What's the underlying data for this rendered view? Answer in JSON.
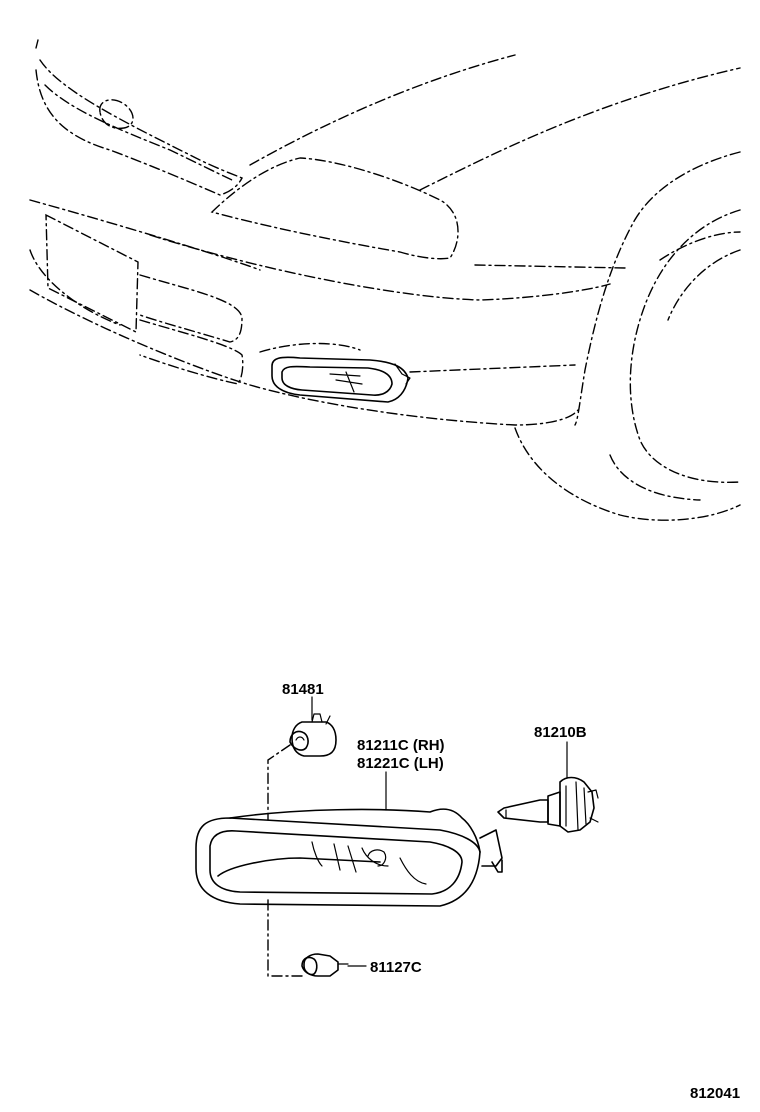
{
  "labels": {
    "clip": "81481",
    "lamp_rh": "81211C (RH)",
    "lamp_lh": "81221C (LH)",
    "bulb": "81210B",
    "socket": "81127C",
    "figure_id": "812041"
  }
}
